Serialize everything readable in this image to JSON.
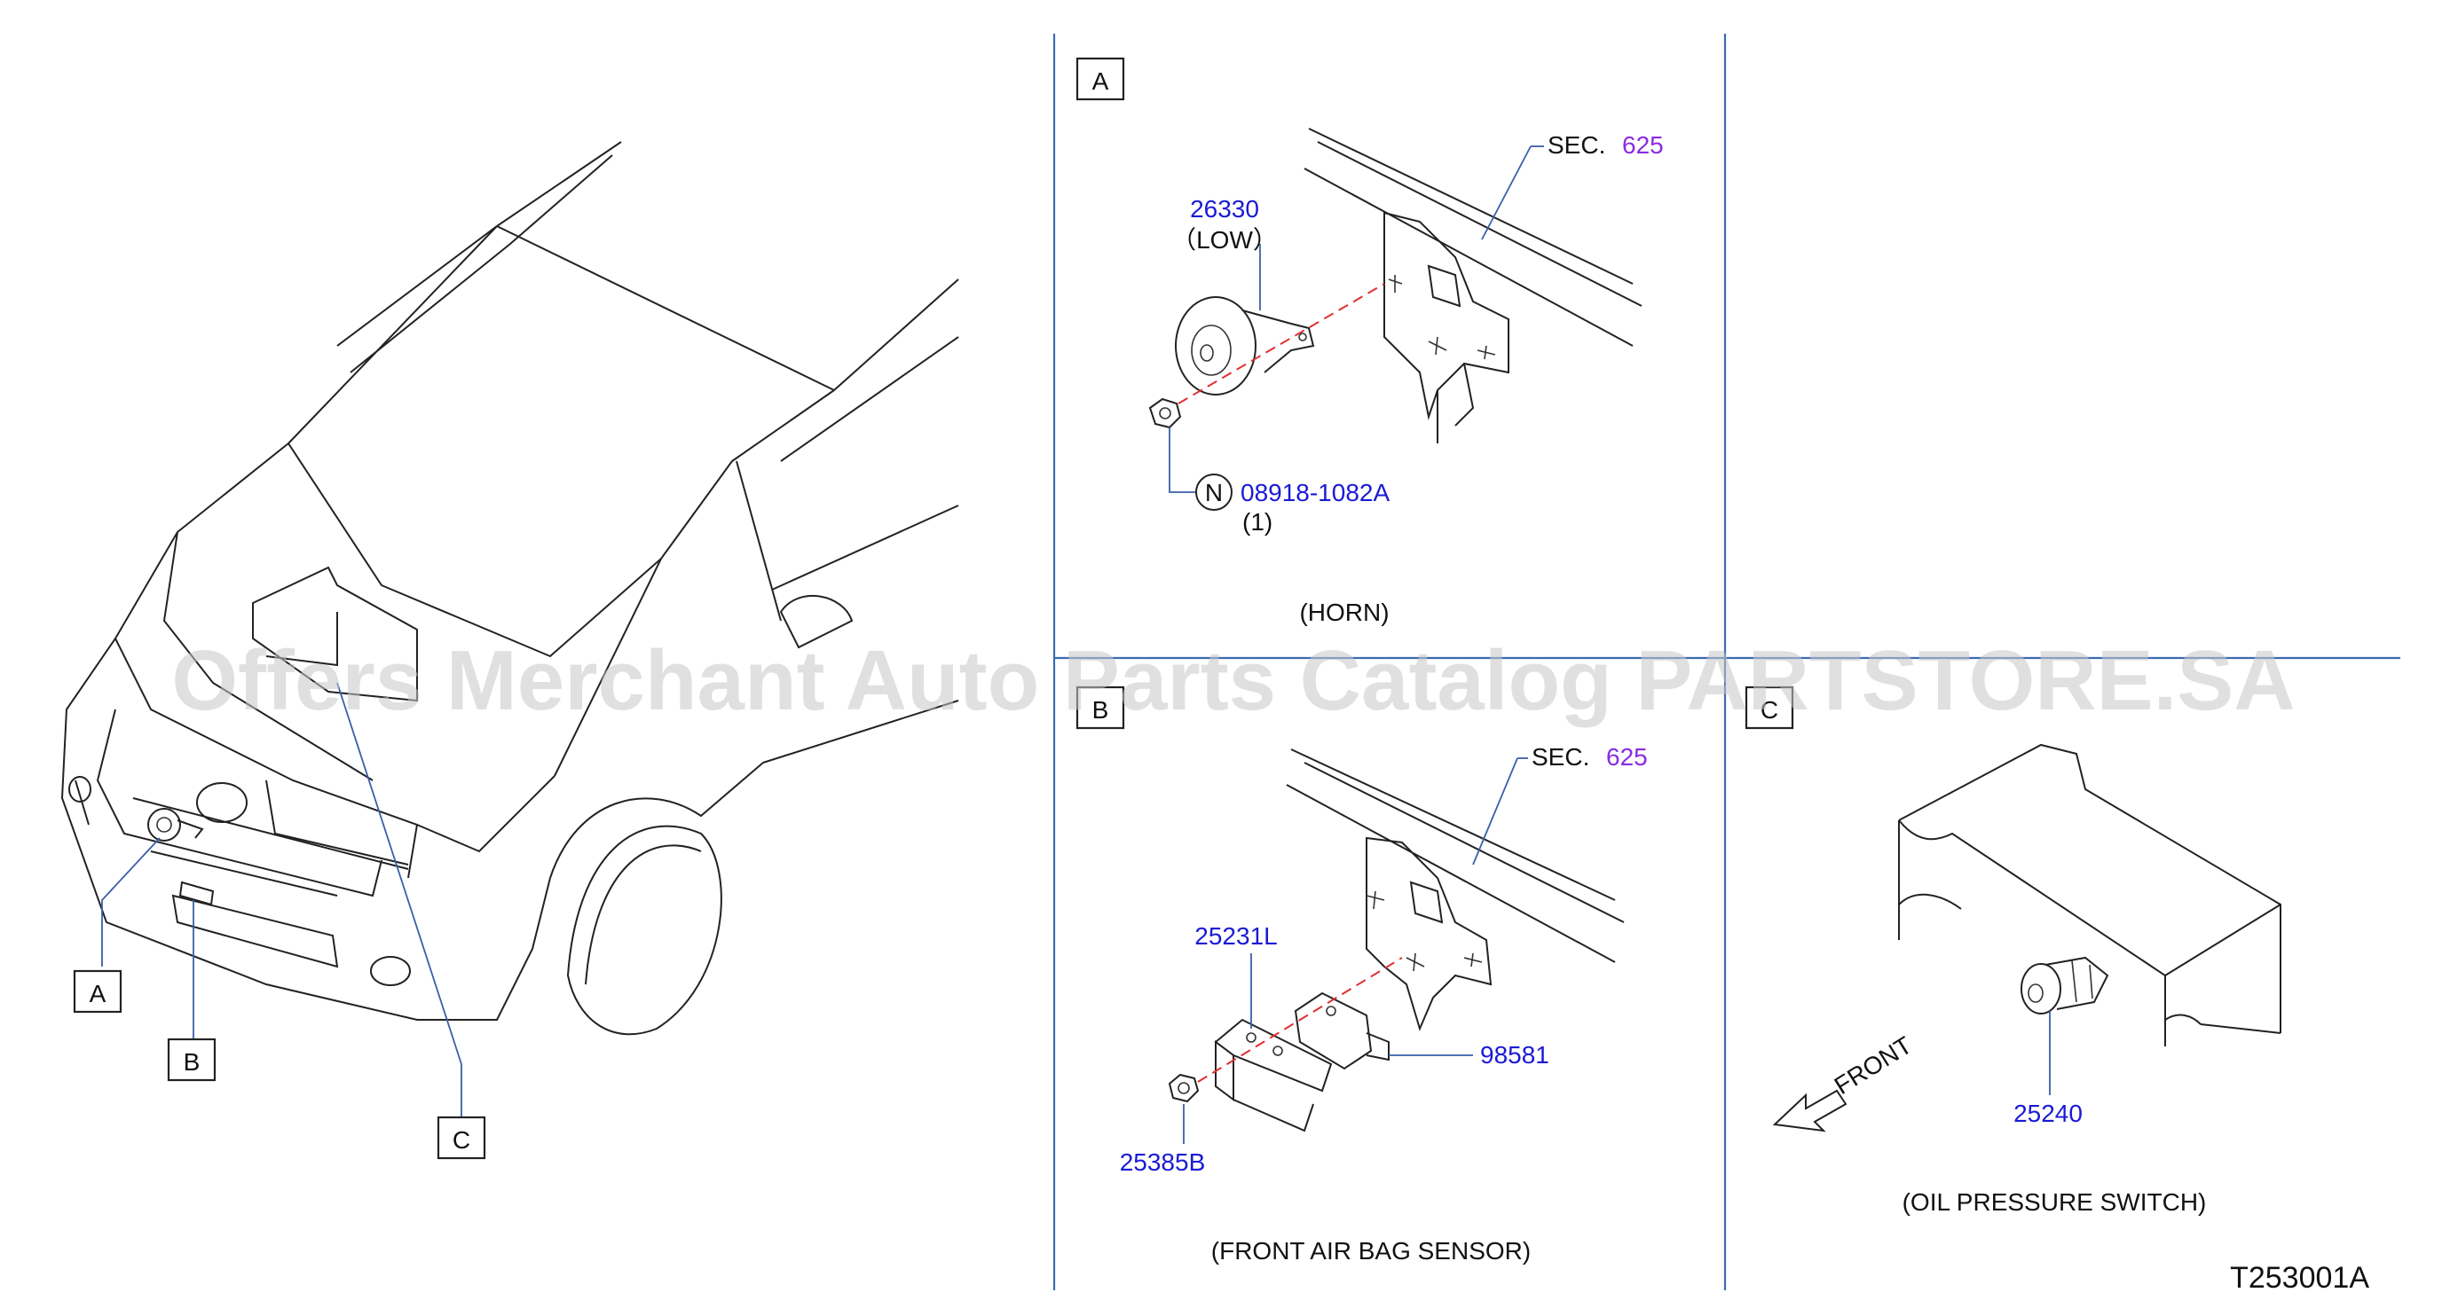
{
  "watermark": "Offers Merchant Auto Parts Catalog PARTSTORE.SA",
  "drawing_code": "T253001A",
  "overview": {
    "callouts": [
      "A",
      "B",
      "C"
    ]
  },
  "panel_a": {
    "tag": "A",
    "sec_label": "SEC.",
    "sec_number": "625",
    "horn_part": "26330",
    "horn_note": "（LOW）",
    "nut_symbol": "N",
    "nut_part": "08918-1082A",
    "nut_qty": "(1)",
    "caption": "(HORN)"
  },
  "panel_b": {
    "tag": "B",
    "sec_label": "SEC.",
    "sec_number": "625",
    "bracket_part": "25231L",
    "sensor_part": "98581",
    "nut_part": "25385B",
    "caption": "(FRONT   AIR   BAG   SENSOR)"
  },
  "panel_c": {
    "tag": "C",
    "front_label": "FRONT",
    "switch_part": "25240",
    "caption": "(OIL   PRESSURE   SWITCH)"
  },
  "colors": {
    "part_number": "#1a1ad6",
    "section_number": "#8a2be2",
    "divider": "#3a6bb0",
    "dashed_axis": "#e03030"
  }
}
